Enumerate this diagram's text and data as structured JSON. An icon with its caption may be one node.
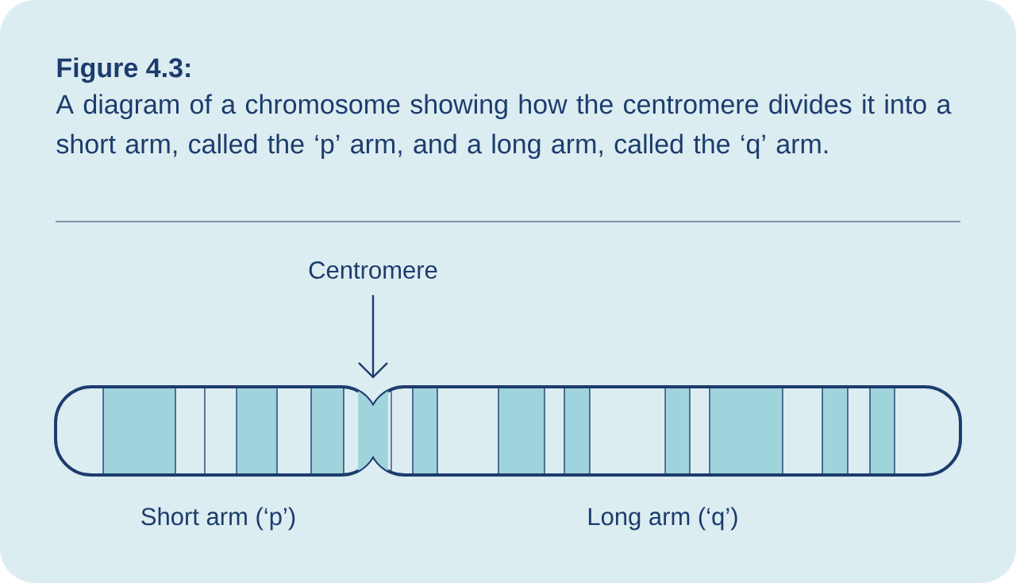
{
  "diagram": {
    "title": "Figure 4.3:",
    "caption": "A diagram of a chromosome showing how the centromere divides it into a short arm, called the ‘p’ arm, and a long arm, called the ‘q’ arm.",
    "nodes": [
      {
        "text": [
          "Centromere"
        ]
      },
      {
        "text": [],
        "shape": "picture"
      }
    ],
    "edges": [
      {
        "from": 0,
        "to": 1,
        "arrow": "to"
      }
    ],
    "labels": [
      "Short arm (‘p’)",
      "Long arm (‘q’)"
    ]
  }
}
